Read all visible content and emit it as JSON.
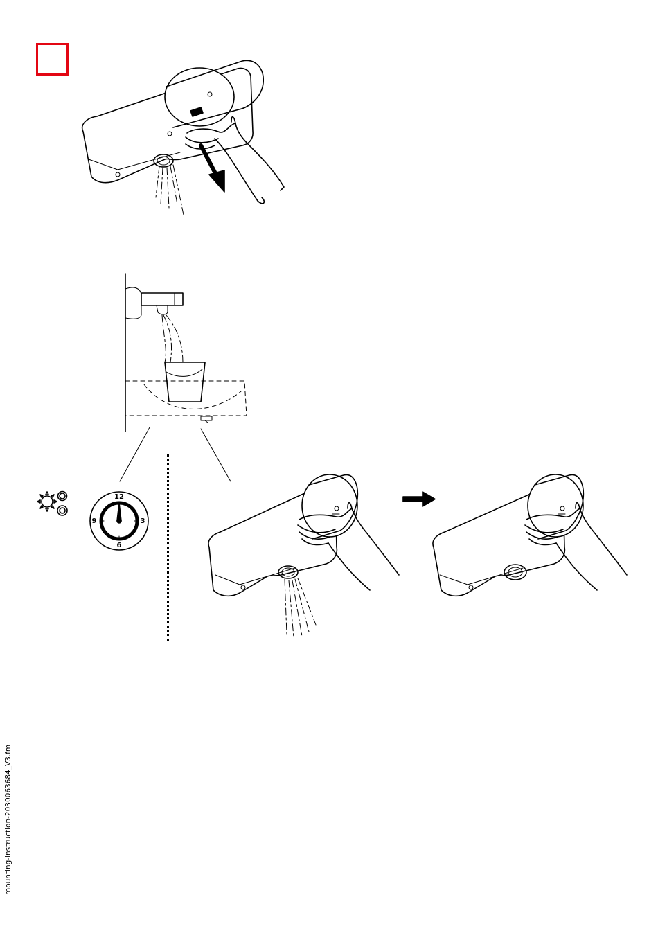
{
  "page": {
    "background": "#ffffff",
    "marker_color": "#e30613"
  },
  "figures": {
    "top": {
      "icon": "faucet-with-hand-icon"
    },
    "wall_basin": {
      "icon": "wall-mounted-faucet-with-cup-icon"
    },
    "settings": {
      "icon": "gears-icon"
    },
    "timer": {
      "icon": "timer-dial-icon",
      "labels": {
        "top": "12",
        "right": "3",
        "bottom": "6",
        "left": "9"
      }
    },
    "bottom_left": {
      "icon": "faucet-running-with-hand-icon"
    },
    "arrow": {
      "icon": "arrow-right-icon"
    },
    "bottom_right": {
      "icon": "faucet-stopped-with-hand-icon"
    }
  },
  "footer": {
    "filename": "mounting-instruction-2030063684_V3.fm"
  }
}
